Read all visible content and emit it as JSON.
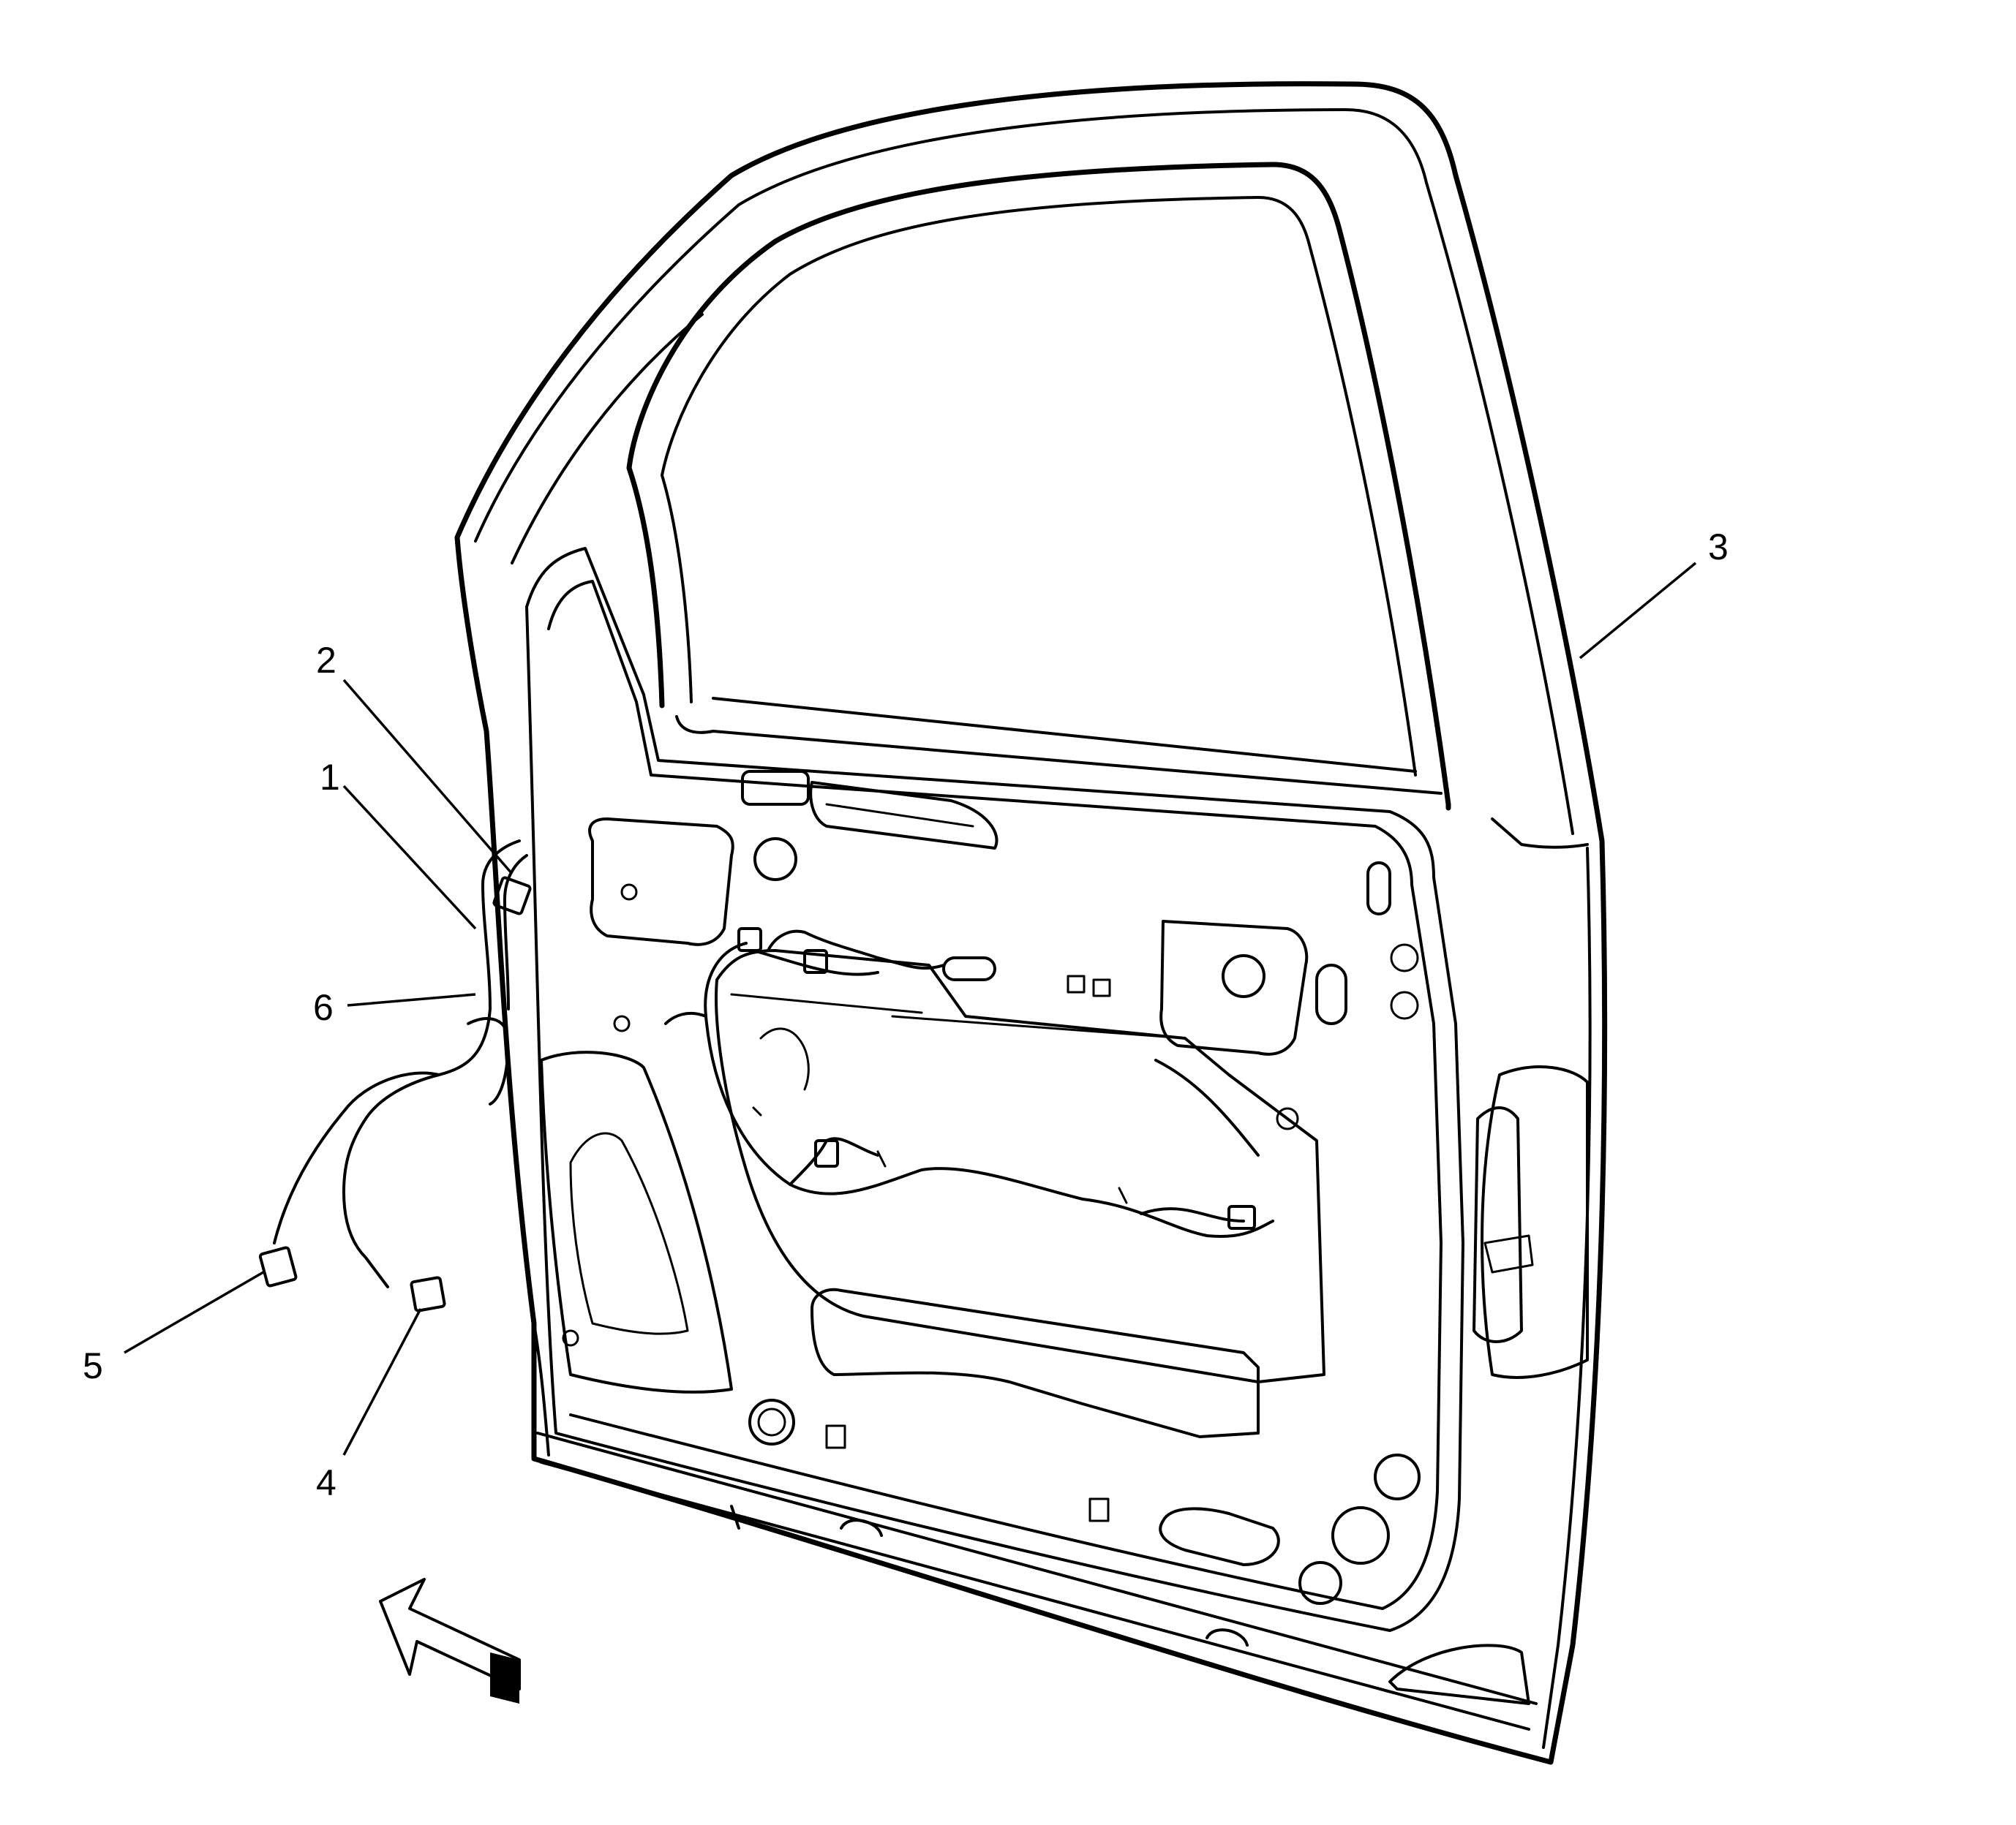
{
  "callouts": [
    {
      "id": "1",
      "label": "1"
    },
    {
      "id": "2",
      "label": "2"
    },
    {
      "id": "3",
      "label": "3"
    },
    {
      "id": "4",
      "label": "4"
    },
    {
      "id": "5",
      "label": "5"
    },
    {
      "id": "6",
      "label": "6"
    }
  ],
  "icons": {
    "view_arrow": "arrow-icon"
  }
}
